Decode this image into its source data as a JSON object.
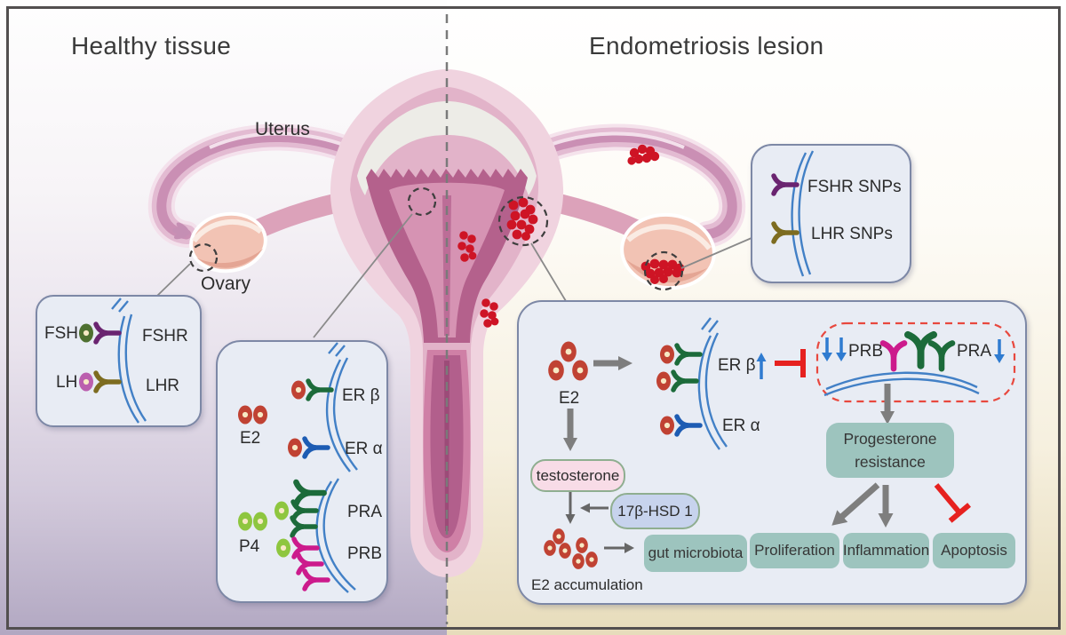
{
  "titles": {
    "left": "Healthy tissue",
    "right": "Endometriosis lesion"
  },
  "anatomy": {
    "uterus": "Uterus",
    "ovary": "Ovary"
  },
  "gonadotropin_box": {
    "fsh": "FSH",
    "fshr": "FSHR",
    "lh": "LH",
    "lhr": "LHR"
  },
  "steroid_box": {
    "er_beta": "ER β",
    "e2": "E2",
    "er_alpha": "ER α",
    "pra": "PRA",
    "p4": "P4",
    "prb": "PRB"
  },
  "snp_box": {
    "fshr_snps": "FSHR SNPs",
    "lhr_snps": "LHR SNPs"
  },
  "lesion_box": {
    "e2": "E2",
    "er_beta": "ER β",
    "er_alpha": "ER α",
    "prb": "PRB",
    "pra": "PRA",
    "progesterone_resistance": [
      "Progesterone",
      "resistance"
    ],
    "testosterone": "testosterone",
    "enzyme": "17β-HSD 1",
    "e2_accumulation": "E2 accumulation",
    "outcomes": [
      "gut microbiota",
      "Proliferation",
      "Inflammation",
      "Apoptosis"
    ]
  },
  "colors": {
    "membrane_blue": "#4280C6",
    "receptor_green": "#1C6B3A",
    "receptor_blue": "#1D5CB3",
    "receptor_magenta": "#CC1B8C",
    "receptor_purple": "#6A2470",
    "receptor_olive": "#7D6C20",
    "ligand_e2_red": "#C04233",
    "ligand_p4_green": "#8EC63F",
    "ligand_fsh_green": "#4E7030",
    "ligand_lh_magenta": "#BB5FAE",
    "lesion_red": "#CE1425",
    "inhibition_red": "#E6211F",
    "arrow_gray": "#7E7E7E",
    "regulation_arrow_blue": "#2F7BD0",
    "panel_box_fill": "#E8ECF4",
    "panel_box_border": "#7D88A6",
    "outcome_teal": "#9DC4BE",
    "testosterone_pink": "#F8DCE7",
    "enzyme_blue": "#C7D3ED",
    "dashed_highlight_red": "#E8483E"
  }
}
